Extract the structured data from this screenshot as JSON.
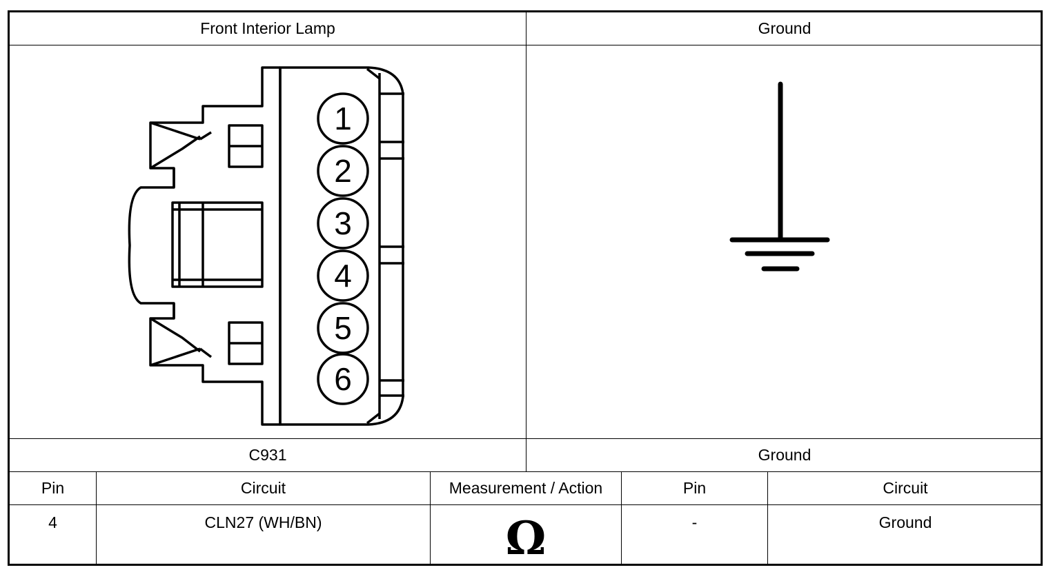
{
  "header": {
    "left_title": "Front Interior Lamp",
    "right_title": "Ground"
  },
  "connector": {
    "pins": [
      "1",
      "2",
      "3",
      "4",
      "5",
      "6"
    ],
    "name": "C931"
  },
  "ground_label": "Ground",
  "table": {
    "columns": [
      "Pin",
      "Circuit",
      "Measurement / Action",
      "Pin",
      "Circuit"
    ],
    "rows": [
      {
        "pin": "4",
        "circuit": "CLN27 (WH/BN)",
        "measurement": "Ω",
        "pin2": "-",
        "circuit2": "Ground"
      }
    ]
  }
}
